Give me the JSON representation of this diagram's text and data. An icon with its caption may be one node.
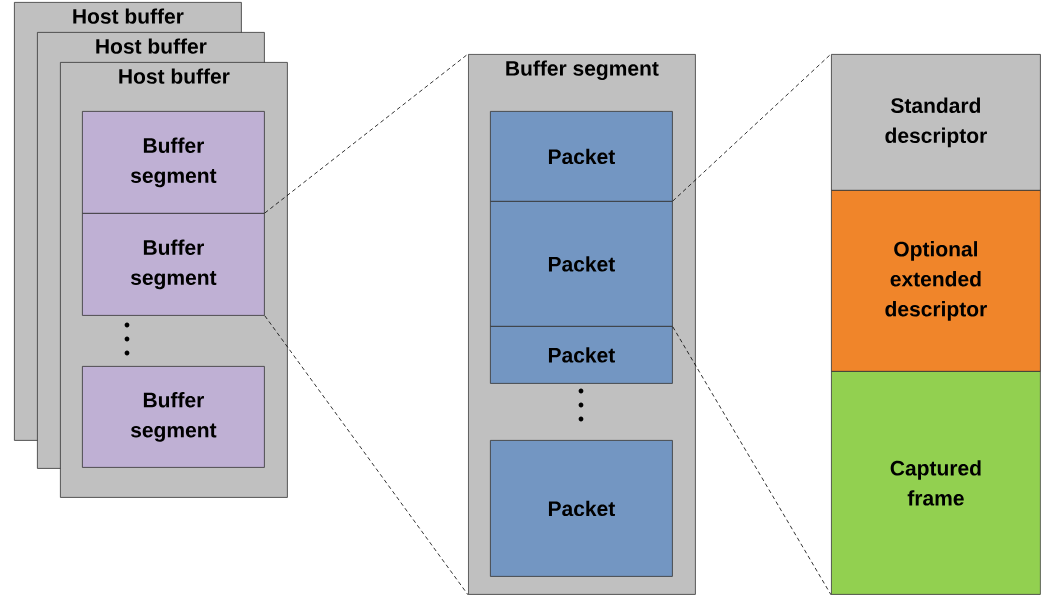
{
  "diagram": {
    "nodes": [
      {
        "text": [
          "Host buffer"
        ]
      },
      {
        "text": [
          "Host buffer"
        ]
      },
      {
        "text": [
          "Host buffer"
        ]
      },
      {
        "text": [
          "Buffer segment"
        ],
        "in": 2
      },
      {
        "text": [
          "Buffer segment"
        ],
        "in": 2
      },
      {
        "text": [
          "Buffer segment"
        ],
        "in": 2
      },
      {
        "text": [
          "Buffer segment"
        ]
      },
      {
        "text": [
          "Packet"
        ],
        "in": 6
      },
      {
        "text": [
          "Packet"
        ],
        "in": 6
      },
      {
        "text": [
          "Packet"
        ],
        "in": 6
      },
      {
        "text": [
          "Packet"
        ],
        "in": 6
      },
      {
        "text": [
          "Standard descriptor"
        ]
      },
      {
        "text": [
          "Optional extended descriptor"
        ]
      },
      {
        "text": [
          "Captured frame"
        ]
      }
    ],
    "edges": [
      {
        "from": 4,
        "to": 6,
        "arrow": "none",
        "style": "dashed"
      },
      {
        "from": 4,
        "to": 6,
        "arrow": "none",
        "style": "dashed"
      },
      {
        "from": 8,
        "to": 11,
        "arrow": "none",
        "style": "dashed"
      },
      {
        "from": 8,
        "to": 13,
        "arrow": "none",
        "style": "dashed"
      }
    ]
  }
}
